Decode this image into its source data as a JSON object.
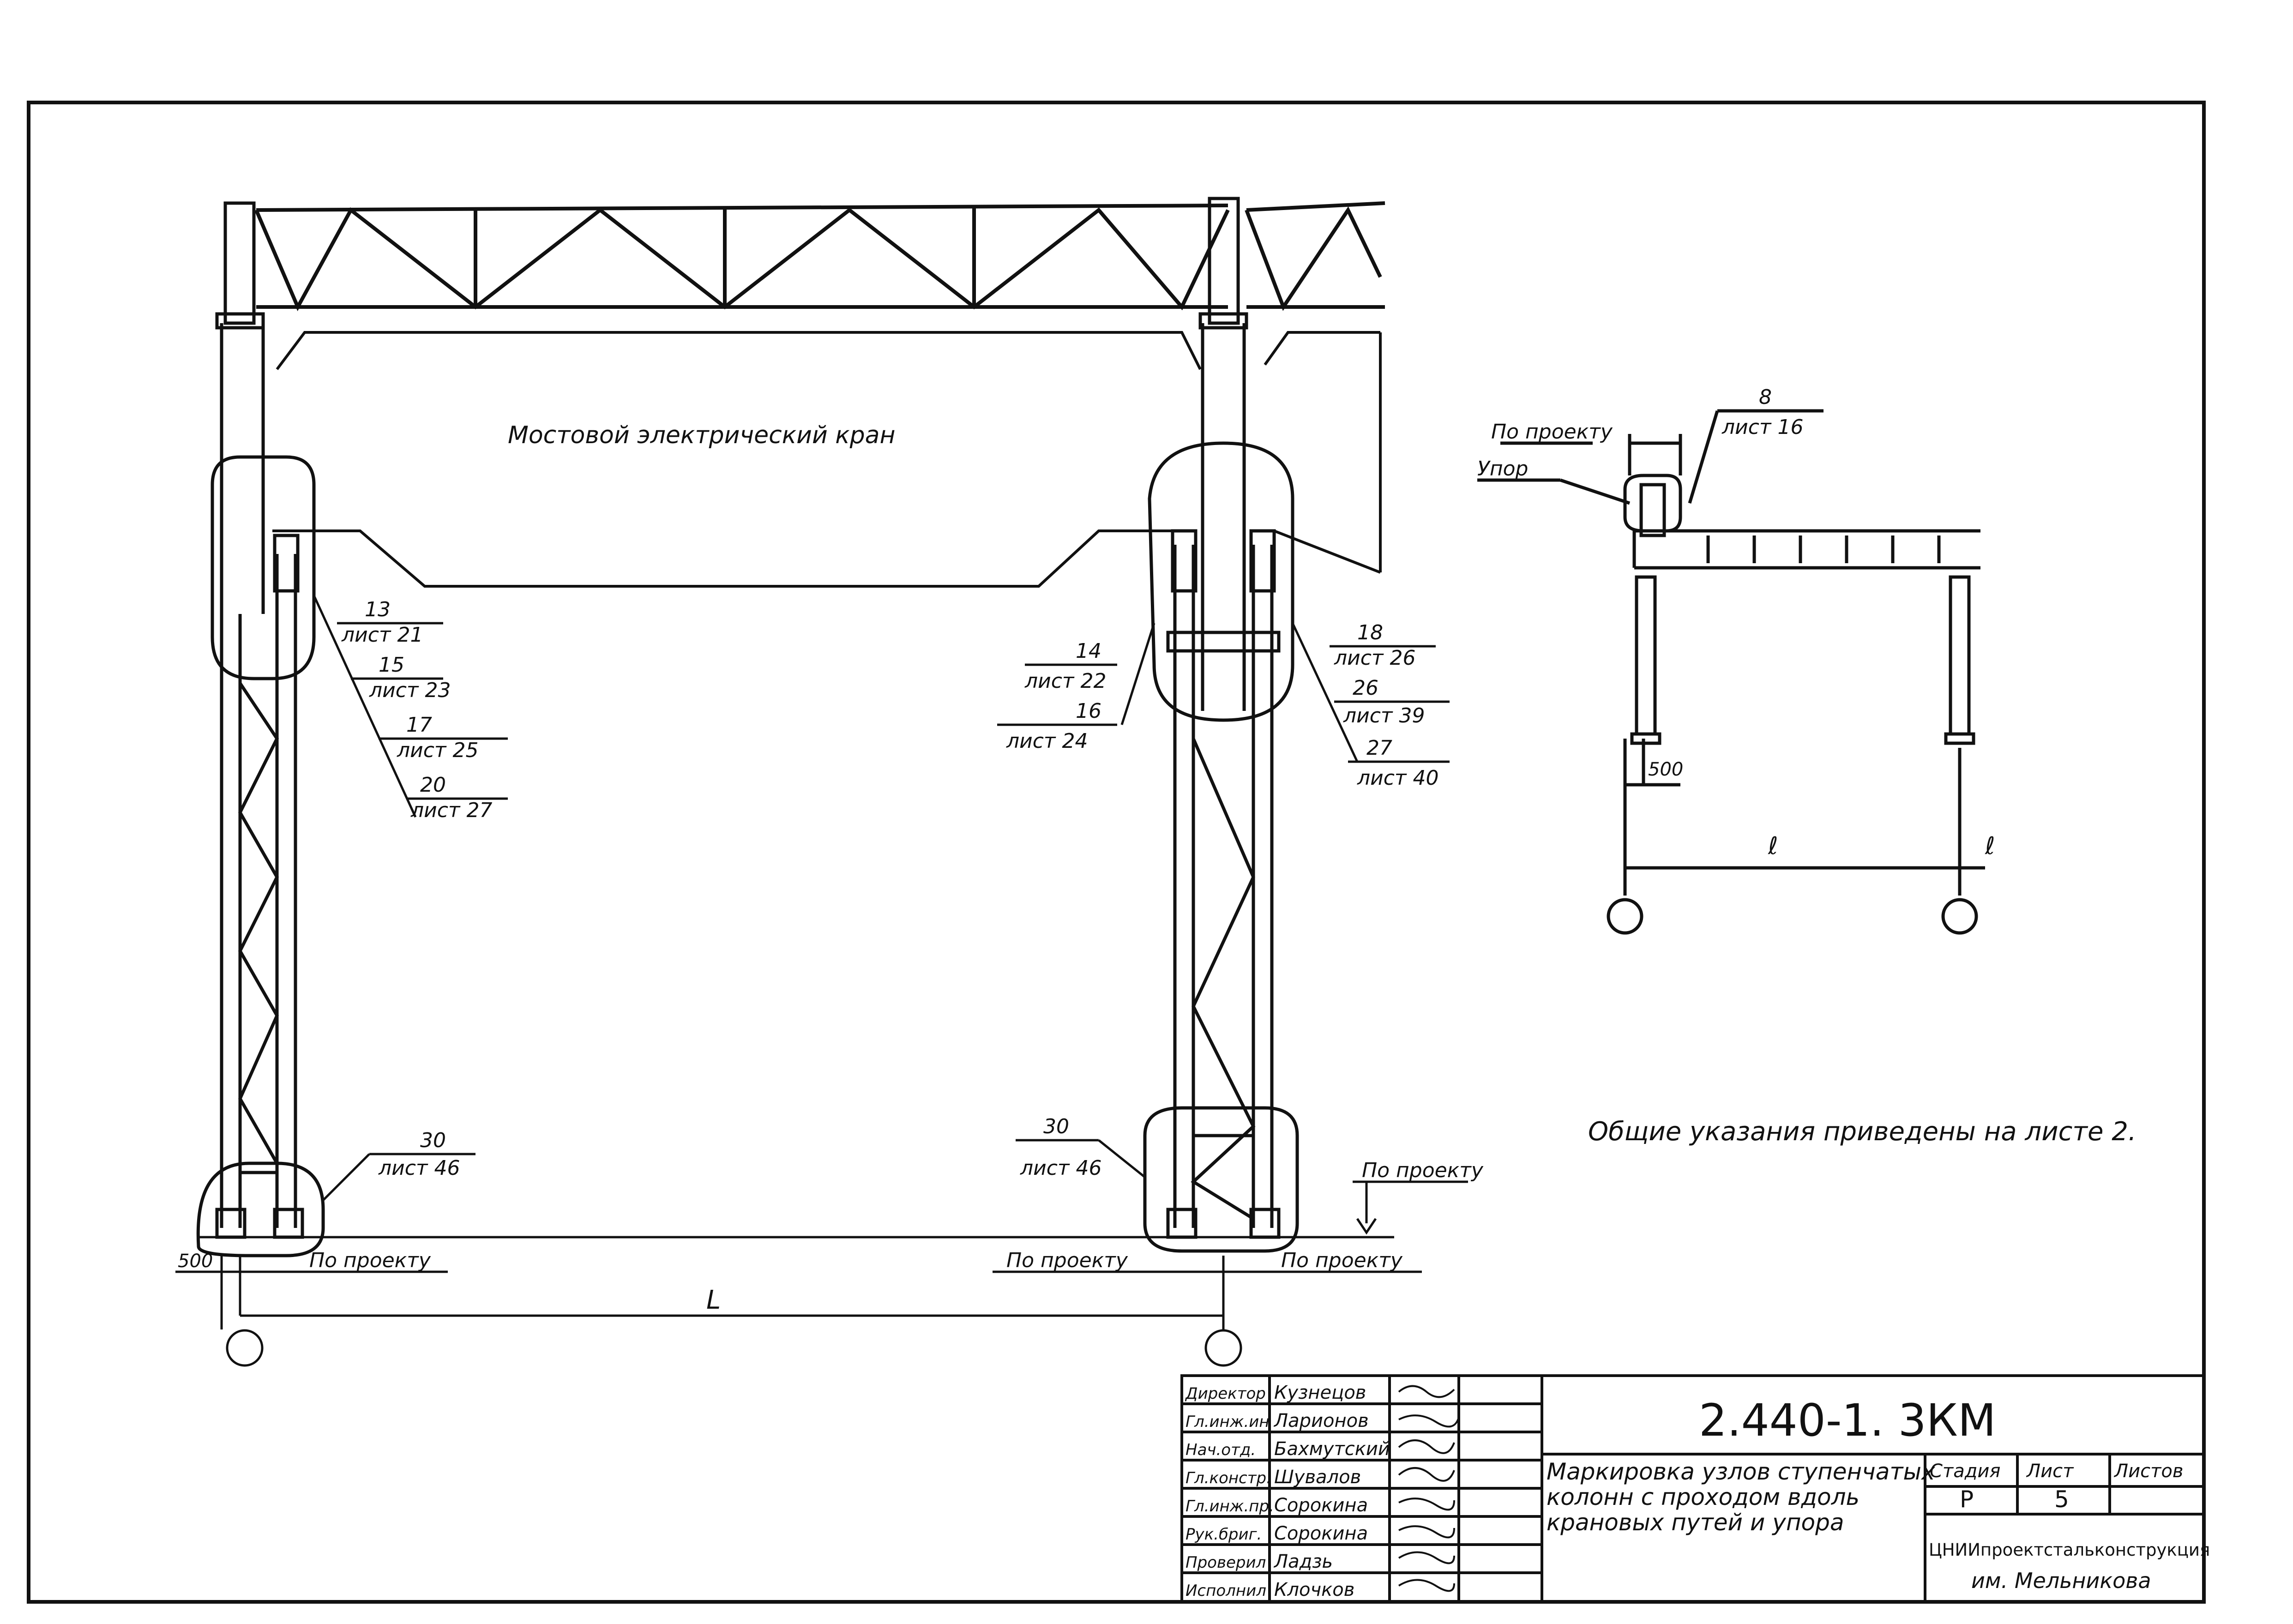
{
  "drawing": {
    "crane_label": "Мостовой электрический кран",
    "general_note": "Общие указания приведены на листе 2.",
    "span_left": "L",
    "span_right_a": "ℓ",
    "span_right_b": "ℓ",
    "dim_500": "500",
    "po_proektu": "По проекту",
    "upor": "Упор"
  },
  "callouts": {
    "left": [
      {
        "num": "13",
        "sheet": "лист 21"
      },
      {
        "num": "15",
        "sheet": "лист 23"
      },
      {
        "num": "17",
        "sheet": "лист 25"
      },
      {
        "num": "20",
        "sheet": "лист 27"
      }
    ],
    "middle_left": [
      {
        "num": "14",
        "sheet": "лист 22"
      },
      {
        "num": "16",
        "sheet": "лист 24"
      }
    ],
    "middle_right": [
      {
        "num": "18",
        "sheet": "лист 26"
      },
      {
        "num": "26",
        "sheet": "лист 39"
      },
      {
        "num": "27",
        "sheet": "лист 40"
      }
    ],
    "base_left": {
      "num": "30",
      "sheet": "лист 46"
    },
    "base_mid": {
      "num": "30",
      "sheet": "лист 46"
    },
    "stop": {
      "num": "8",
      "sheet": "лист 16"
    }
  },
  "title_block": {
    "doc_code": "2.440-1. 3КМ",
    "title_line1": "Маркировка узлов ступенчатых",
    "title_line2": "колонн с проходом вдоль",
    "title_line3": "крановых путей и упора",
    "stage_header": "Стадия",
    "sheet_header": "Лист",
    "sheets_header": "Листов",
    "stage_value": "Р",
    "sheet_value": "5",
    "org_line1": "ЦНИИпроектстальконструкция",
    "org_line2": "им. Мельникова",
    "staff": [
      {
        "role": "Директор",
        "name": "Кузнецов"
      },
      {
        "role": "Гл.инж.ин",
        "name": "Ларионов"
      },
      {
        "role": "Нач.отд.",
        "name": "Бахмутский"
      },
      {
        "role": "Гл.констр.",
        "name": "Шувалов"
      },
      {
        "role": "Гл.инж.пр.",
        "name": "Сорокина"
      },
      {
        "role": "Рук.бриг.",
        "name": "Сорокина"
      },
      {
        "role": "Проверил",
        "name": "Ладзь"
      },
      {
        "role": "Исполнил",
        "name": "Клочков"
      }
    ]
  }
}
